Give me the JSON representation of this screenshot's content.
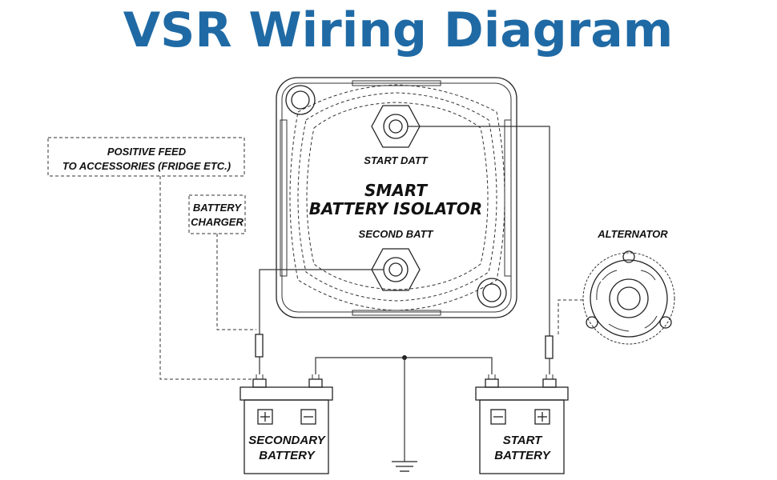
{
  "title": "VSR Wiring Diagram",
  "isolator": {
    "line1": "SMART",
    "line2": "BATTERY ISOLATOR",
    "start_terminal": "START DATT",
    "second_terminal": "SECOND BATT"
  },
  "positive_feed": {
    "line1": "POSITIVE FEED",
    "line2": "TO ACCESSORIES (FRIDGE ETC.)"
  },
  "charger": {
    "line1": "BATTERY",
    "line2": "CHARGER"
  },
  "alternator": "ALTERNATOR",
  "secondary_battery": {
    "line1": "SECONDARY",
    "line2": "BATTERY"
  },
  "start_battery": {
    "line1": "START",
    "line2": "BATTERY"
  },
  "colors": {
    "title": "#1f6aa5",
    "lines": "#222222"
  }
}
